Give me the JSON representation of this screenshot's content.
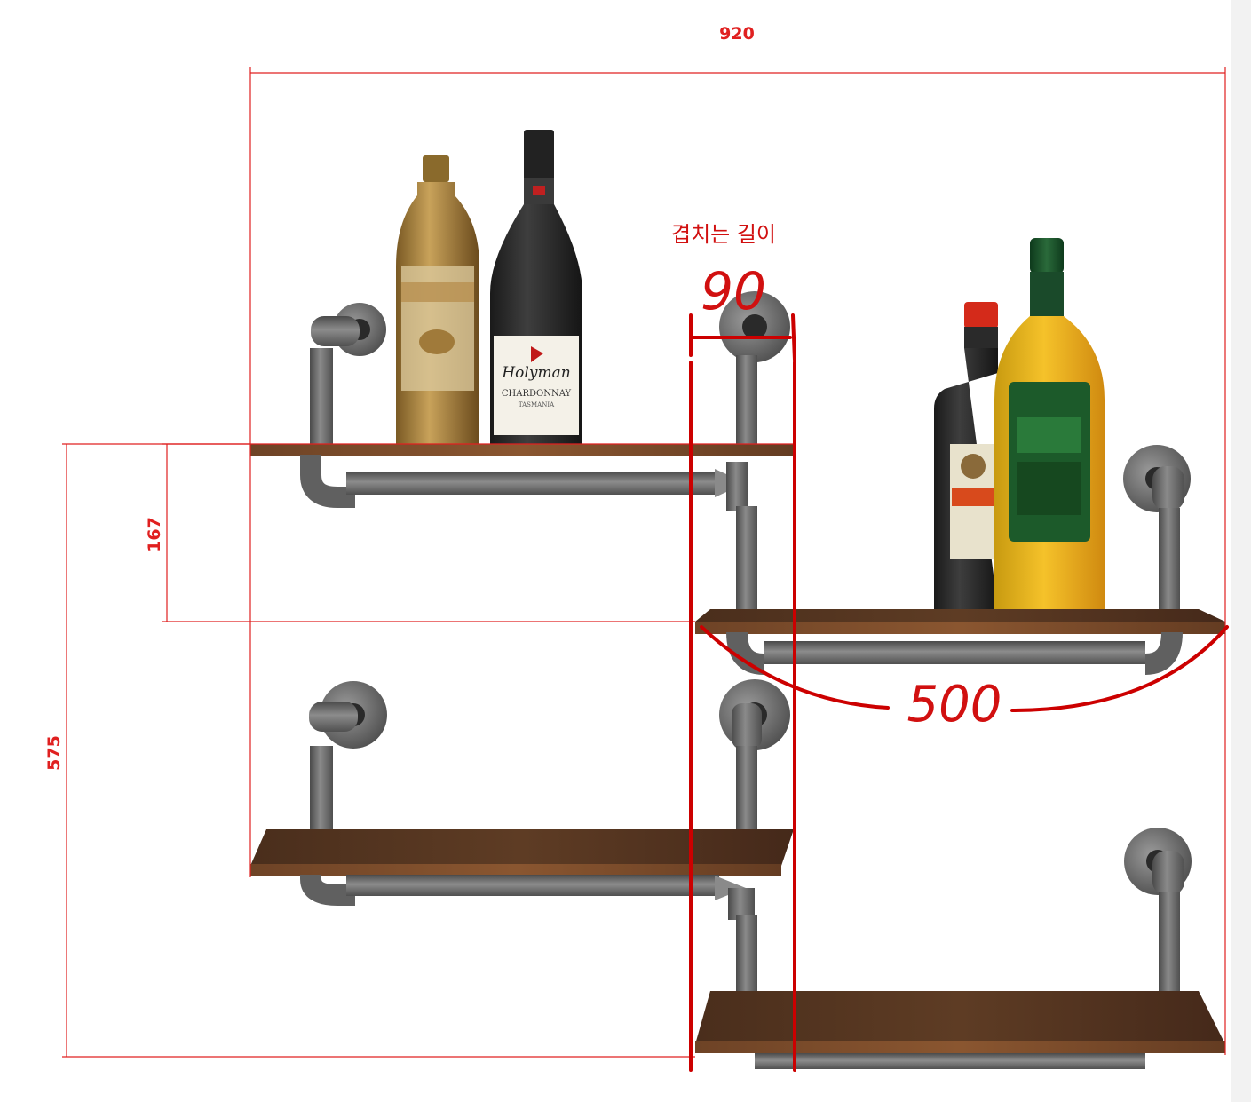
{
  "dimensions": {
    "total_width": "920",
    "upper_gap": "167",
    "total_height": "575"
  },
  "annotations": {
    "overlap_label": "겹치는 길이",
    "overlap_value": "90",
    "shelf_length": "500"
  },
  "bottles": {
    "wine_label_brand": "Holyman",
    "wine_label_type": "CHARDONNAY",
    "wine_label_region": "TASMANIA"
  },
  "colors": {
    "dimension_line": "#e02020",
    "annotation": "#cc0000",
    "wood": "#5a3a22",
    "pipe": "#6b6b6b"
  }
}
